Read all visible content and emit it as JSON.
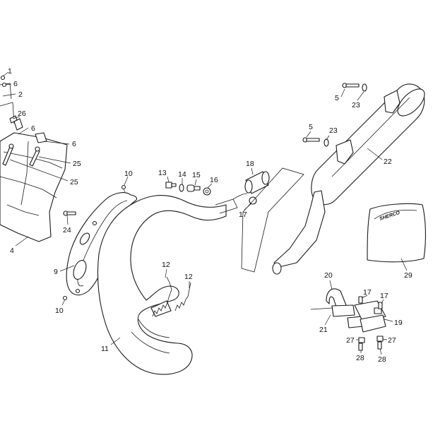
{
  "callouts": [
    {
      "id": "c1",
      "text": "1"
    },
    {
      "id": "c2",
      "text": "2"
    },
    {
      "id": "c4",
      "text": "4"
    },
    {
      "id": "c5a",
      "text": "5"
    },
    {
      "id": "c5b",
      "text": "5"
    },
    {
      "id": "c6a",
      "text": "6"
    },
    {
      "id": "c6b",
      "text": "6"
    },
    {
      "id": "c6c",
      "text": "6"
    },
    {
      "id": "c9",
      "text": "9"
    },
    {
      "id": "c10a",
      "text": "10"
    },
    {
      "id": "c10b",
      "text": "10"
    },
    {
      "id": "c11",
      "text": "11"
    },
    {
      "id": "c12a",
      "text": "12"
    },
    {
      "id": "c12b",
      "text": "12"
    },
    {
      "id": "c13",
      "text": "13"
    },
    {
      "id": "c14",
      "text": "14"
    },
    {
      "id": "c15",
      "text": "15"
    },
    {
      "id": "c16",
      "text": "16"
    },
    {
      "id": "c17a",
      "text": "17"
    },
    {
      "id": "c17b",
      "text": "17"
    },
    {
      "id": "c17c",
      "text": "17"
    },
    {
      "id": "c18",
      "text": "18"
    },
    {
      "id": "c19",
      "text": "19"
    },
    {
      "id": "c20",
      "text": "20"
    },
    {
      "id": "c21",
      "text": "21"
    },
    {
      "id": "c22",
      "text": "22"
    },
    {
      "id": "c23a",
      "text": "23"
    },
    {
      "id": "c23b",
      "text": "23"
    },
    {
      "id": "c24",
      "text": "24"
    },
    {
      "id": "c25a",
      "text": "25"
    },
    {
      "id": "c25b",
      "text": "25"
    },
    {
      "id": "c26",
      "text": "26"
    },
    {
      "id": "c27a",
      "text": "27"
    },
    {
      "id": "c27b",
      "text": "27"
    },
    {
      "id": "c28a",
      "text": "28"
    },
    {
      "id": "c28b",
      "text": "28"
    },
    {
      "id": "c29",
      "text": "29"
    }
  ],
  "bag_logo": "SHERCO"
}
